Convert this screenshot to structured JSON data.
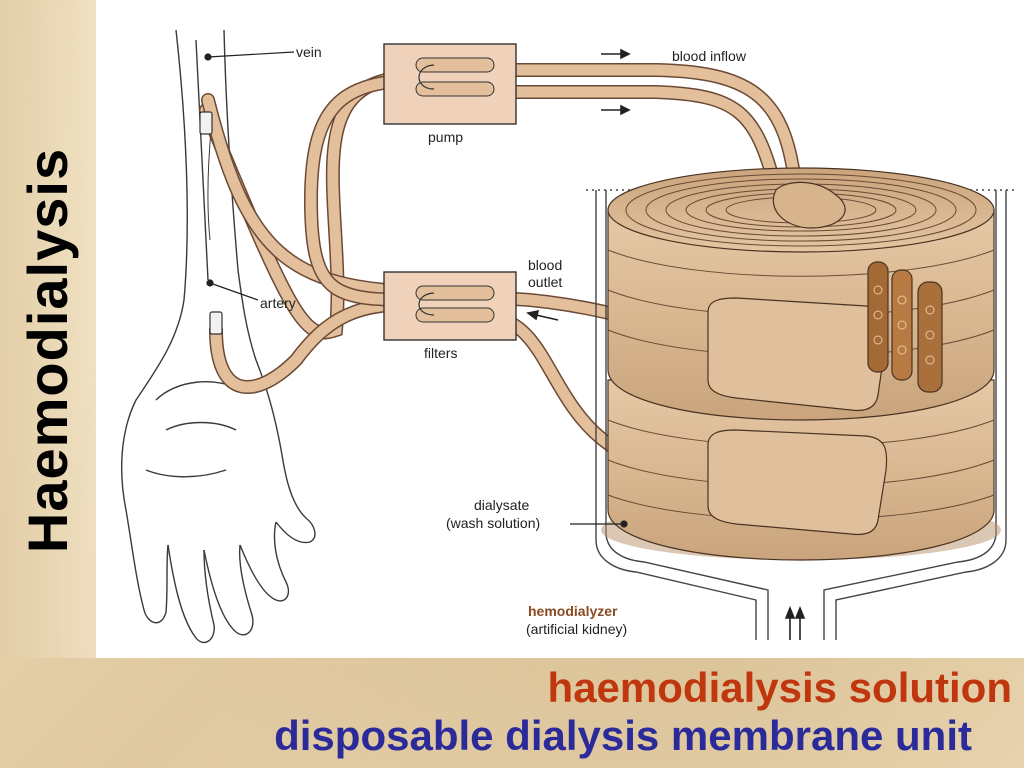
{
  "slide": {
    "side_title": "Haemodialysis",
    "caption_line1": "haemodialysis solution",
    "caption_line2": "disposable dialysis membrane unit",
    "colors": {
      "caption_line1": "#c0360e",
      "caption_line2": "#2a2a9a",
      "tubing": "#e3bf9c",
      "background": "#e8d6b2"
    }
  },
  "diagram": {
    "labels": {
      "vein": "vein",
      "artery": "artery",
      "pump": "pump",
      "filters": "filters",
      "blood_inflow": "blood inflow",
      "blood_outlet_line1": "blood",
      "blood_outlet_line2": "outlet",
      "dialysate_line1": "dialysate",
      "dialysate_line2": "(wash solution)",
      "hemodialyzer_line1": "hemodialyzer",
      "hemodialyzer_line2": "(artificial kidney)"
    }
  }
}
